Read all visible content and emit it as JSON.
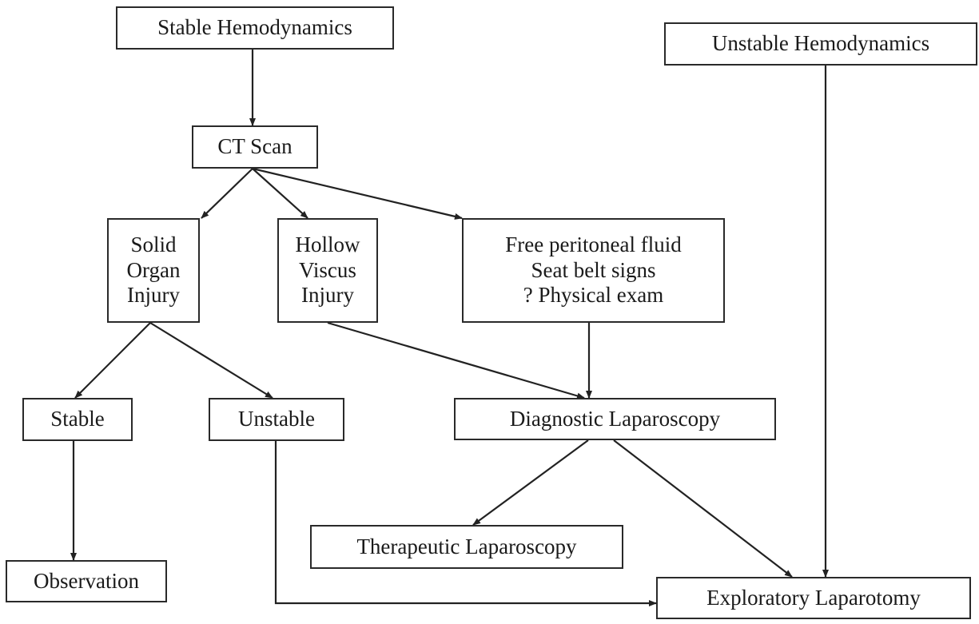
{
  "diagram": {
    "type": "flowchart",
    "nodes": {
      "stable_hemo": {
        "lines": [
          "Stable Hemodynamics"
        ]
      },
      "unstable_hemo": {
        "lines": [
          "Unstable Hemodynamics"
        ]
      },
      "ct_scan": {
        "lines": [
          "CT Scan"
        ]
      },
      "solid_organ": {
        "lines": [
          "Solid",
          "Organ",
          "Injury"
        ]
      },
      "hollow_viscus": {
        "lines": [
          "Hollow",
          "Viscus",
          "Injury"
        ]
      },
      "free_fluid": {
        "lines": [
          "Free peritoneal fluid",
          "Seat belt signs",
          "? Physical exam"
        ]
      },
      "stable": {
        "lines": [
          "Stable"
        ]
      },
      "unstable": {
        "lines": [
          "Unstable"
        ]
      },
      "diag_lap": {
        "lines": [
          "Diagnostic Laparoscopy"
        ]
      },
      "ther_lap": {
        "lines": [
          "Therapeutic Laparoscopy"
        ]
      },
      "observation": {
        "lines": [
          "Observation"
        ]
      },
      "expl_lap": {
        "lines": [
          "Exploratory Laparotomy"
        ]
      }
    },
    "edges": [
      {
        "from": "stable_hemo",
        "to": "ct_scan"
      },
      {
        "from": "ct_scan",
        "to": "solid_organ"
      },
      {
        "from": "ct_scan",
        "to": "hollow_viscus"
      },
      {
        "from": "ct_scan",
        "to": "free_fluid"
      },
      {
        "from": "solid_organ",
        "to": "stable"
      },
      {
        "from": "solid_organ",
        "to": "unstable"
      },
      {
        "from": "hollow_viscus",
        "to": "diag_lap"
      },
      {
        "from": "free_fluid",
        "to": "diag_lap"
      },
      {
        "from": "stable",
        "to": "observation"
      },
      {
        "from": "unstable",
        "to": "expl_lap"
      },
      {
        "from": "diag_lap",
        "to": "ther_lap"
      },
      {
        "from": "diag_lap",
        "to": "expl_lap"
      },
      {
        "from": "unstable_hemo",
        "to": "expl_lap"
      }
    ]
  }
}
